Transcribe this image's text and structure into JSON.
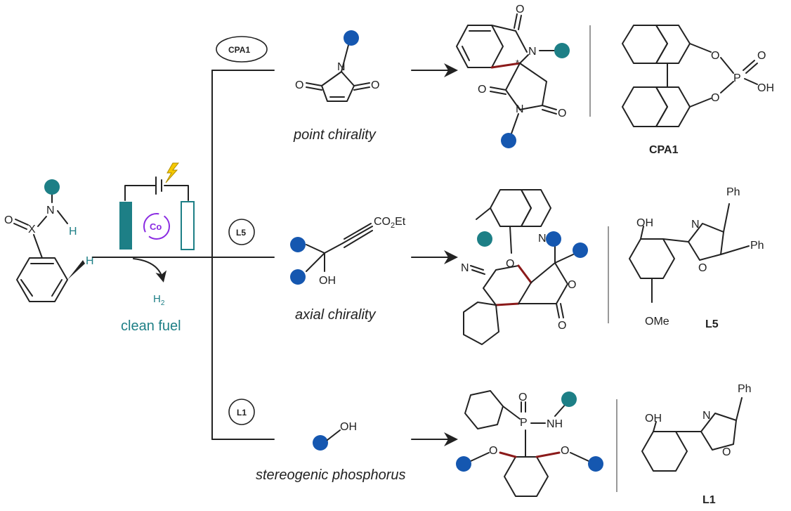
{
  "colors": {
    "substituent_blue": "#1557b0",
    "substituent_teal": "#1d7f86",
    "new_bond_red": "#8b1a1a",
    "cobalt_purple": "#8a2be2",
    "electrode_teal": "#1d7f86"
  },
  "start_material": {
    "atom_o": "O",
    "atom_x": "X",
    "atom_n": "N",
    "atom_h_nh": "H",
    "atom_h_ch": "H"
  },
  "electrochem": {
    "co_label": "Co",
    "h2_label": "H",
    "h2_subscript": "2",
    "fuel_label": "clean fuel",
    "bolt_icon": "lightning-bolt-icon"
  },
  "rows": [
    {
      "catalyst": "CPA1",
      "reagent_atoms": [
        "O",
        "N",
        "O"
      ],
      "chirality": "point chirality",
      "product_atoms": [
        "O",
        "N",
        "O",
        "N",
        "O",
        "*"
      ],
      "ligand_label": "CPA1",
      "ligand_atoms": [
        "O",
        "O",
        "P",
        "O",
        "OH"
      ]
    },
    {
      "catalyst": "L5",
      "reagent_atoms": [
        "CO",
        "2",
        "Et",
        "OH"
      ],
      "chirality": "axial chirality",
      "product_atoms": [
        "N",
        "O",
        "N",
        "O",
        "O"
      ],
      "ligand_label": "L5",
      "ligand_atoms": [
        "OH",
        "N",
        "O",
        "Ph",
        "Ph",
        "OMe"
      ]
    },
    {
      "catalyst": "L1",
      "reagent_atoms": [
        "OH"
      ],
      "chirality": "stereogenic phosphorus",
      "product_atoms": [
        "O",
        "P",
        "NH",
        "O",
        "O"
      ],
      "ligand_label": "L1",
      "ligand_atoms": [
        "OH",
        "N",
        "O",
        "Ph"
      ]
    }
  ]
}
